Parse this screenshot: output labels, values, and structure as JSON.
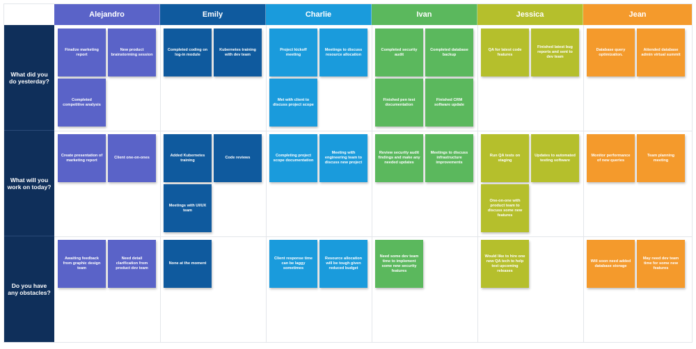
{
  "colors": {
    "alejandro": "#5a63c8",
    "emily": "#0f5a9e",
    "charlie": "#1a9bdc",
    "ivan": "#5bb85d",
    "jessica": "#b5bf2c",
    "jean": "#f49a2c",
    "row_header": "#0f2f5a"
  },
  "columns": [
    "Alejandro",
    "Emily",
    "Charlie",
    "Ivan",
    "Jessica",
    "Jean"
  ],
  "rows": [
    "What did you do yesterday?",
    "What will you work on today?",
    "Do you have any obstacles?"
  ],
  "notes": {
    "yesterday": {
      "alejandro": [
        "Finalize marketing report",
        "New product brainstorming session",
        "Completed competitive analysis"
      ],
      "emily": [
        "Completed coding on log-in module",
        "Kubernetes training with dev team"
      ],
      "charlie": [
        "Project kickoff meeting",
        "Meetings to discuss resource allocation",
        "Met with client to discuss project scope"
      ],
      "ivan": [
        "Completed security audit",
        "Completed database backup",
        "Finished pen test documentation",
        "Finished CRM software update"
      ],
      "jessica": [
        "QA for latest code features",
        "Finished latest bug reports and sent to dev team"
      ],
      "jean": [
        "Database query optimization.",
        "Attended database admin virtual summit"
      ]
    },
    "today": {
      "alejandro": [
        "Create presentation of marketing report",
        "Client one-on-ones"
      ],
      "emily": [
        "Added Kubernetes training",
        "Code reviews",
        "Meetings with UI/UX team"
      ],
      "charlie": [
        "Completing project scope documentation",
        "Meeting with engineering team to discuss new project"
      ],
      "ivan": [
        "Review security audit findings and make any needed updates",
        "Meetings to discuss infrastructure improvements"
      ],
      "jessica": [
        "Run QA tests on staging",
        "Updates to automated testing software",
        "One-on-one with product team to discuss some new features"
      ],
      "jean": [
        "Monitor performance of new queries",
        "Team planning meeting"
      ]
    },
    "obstacles": {
      "alejandro": [
        "Awaiting feedback from graphic design team",
        "Need detail clarification from product dev team"
      ],
      "emily": [
        "None  at the moment"
      ],
      "charlie": [
        "Client response time can be laggy sometimes",
        "Resource allocation will be tough given reduced budget"
      ],
      "ivan": [
        "Need some dev team time to implement some new security features"
      ],
      "jessica": [
        "Would like to hire one new QA tech to help  test upcoming releases"
      ],
      "jean": [
        "Will soon need added database storage",
        "May need dev team time for some new features"
      ]
    }
  }
}
